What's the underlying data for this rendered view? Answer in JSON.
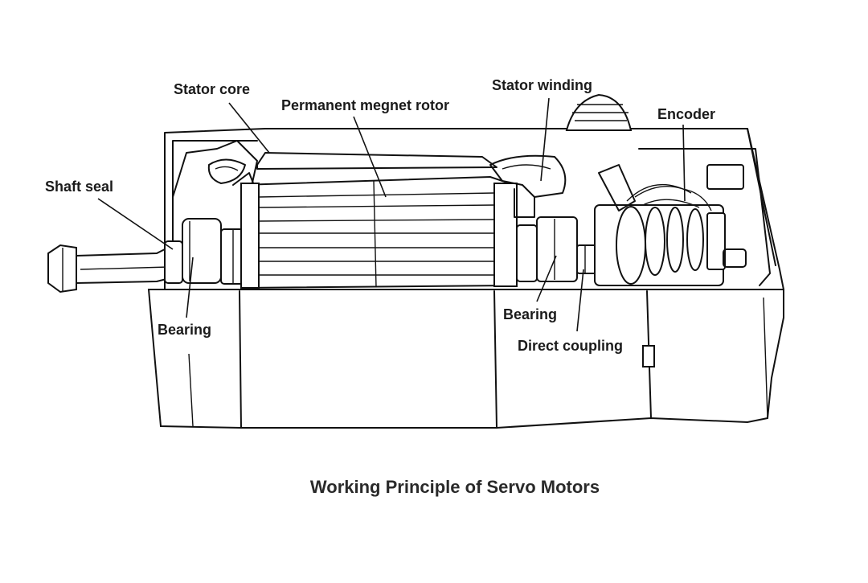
{
  "labels": {
    "stator_core": "Stator core",
    "permanent_magnet_rotor": "Permanent megnet rotor",
    "stator_winding": "Stator winding",
    "encoder": "Encoder",
    "shaft_seal": "Shaft seal",
    "bearing_left": "Bearing",
    "bearing_right": "Bearing",
    "direct_coupling": "Direct coupling"
  },
  "caption": "Working Principle of Servo Motors"
}
